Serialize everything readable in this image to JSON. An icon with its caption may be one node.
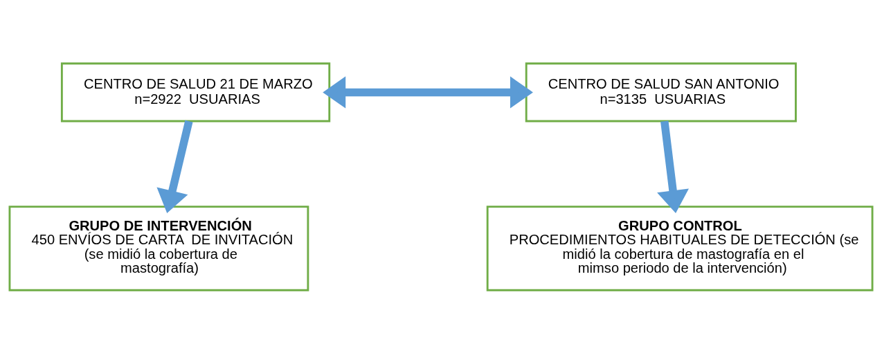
{
  "diagram": {
    "nodes": [
      {
        "text": [
          "CENTRO DE SALUD 21 DE MARZO",
          "n=2922  USUARIAS"
        ]
      },
      {
        "text": [
          "CENTRO DE SALUD SAN ANTONIO",
          "n=3135  USUARIAS"
        ]
      },
      {
        "text": [
          "GRUPO DE INTERVENCIÓN",
          "450 ENVÍOS DE CARTA  DE INVITACIÓN (se midió la cobertura de mastografía)"
        ]
      },
      {
        "text": [
          "GRUPO CONTROL",
          "PROCEDIMIENTOS HABITUALES DE DETECCIÓN (se midió la cobertura de mastografía en el mimso periodo de la intervención)"
        ]
      }
    ],
    "edges": [
      {
        "from": 0,
        "to": 1,
        "arrow": "both"
      },
      {
        "from": 0,
        "to": 2,
        "arrow": "to"
      },
      {
        "from": 1,
        "to": 3,
        "arrow": "to"
      }
    ]
  }
}
